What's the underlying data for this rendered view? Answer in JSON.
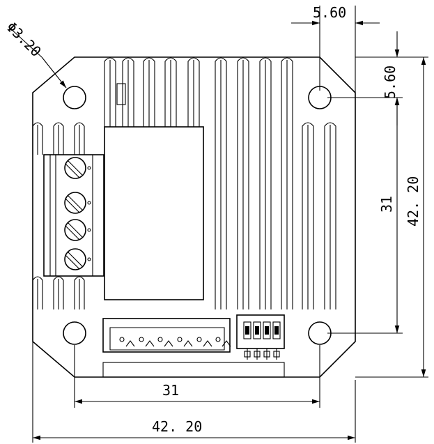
{
  "drawing": {
    "hole_diameter_label": "Φ3.20",
    "dims": {
      "top_offset": "5.60",
      "right_offset": "5.60",
      "hole_pitch_vertical": "31",
      "overall_height": "42. 20",
      "hole_pitch_horizontal": "31",
      "overall_width": "42. 20"
    }
  }
}
